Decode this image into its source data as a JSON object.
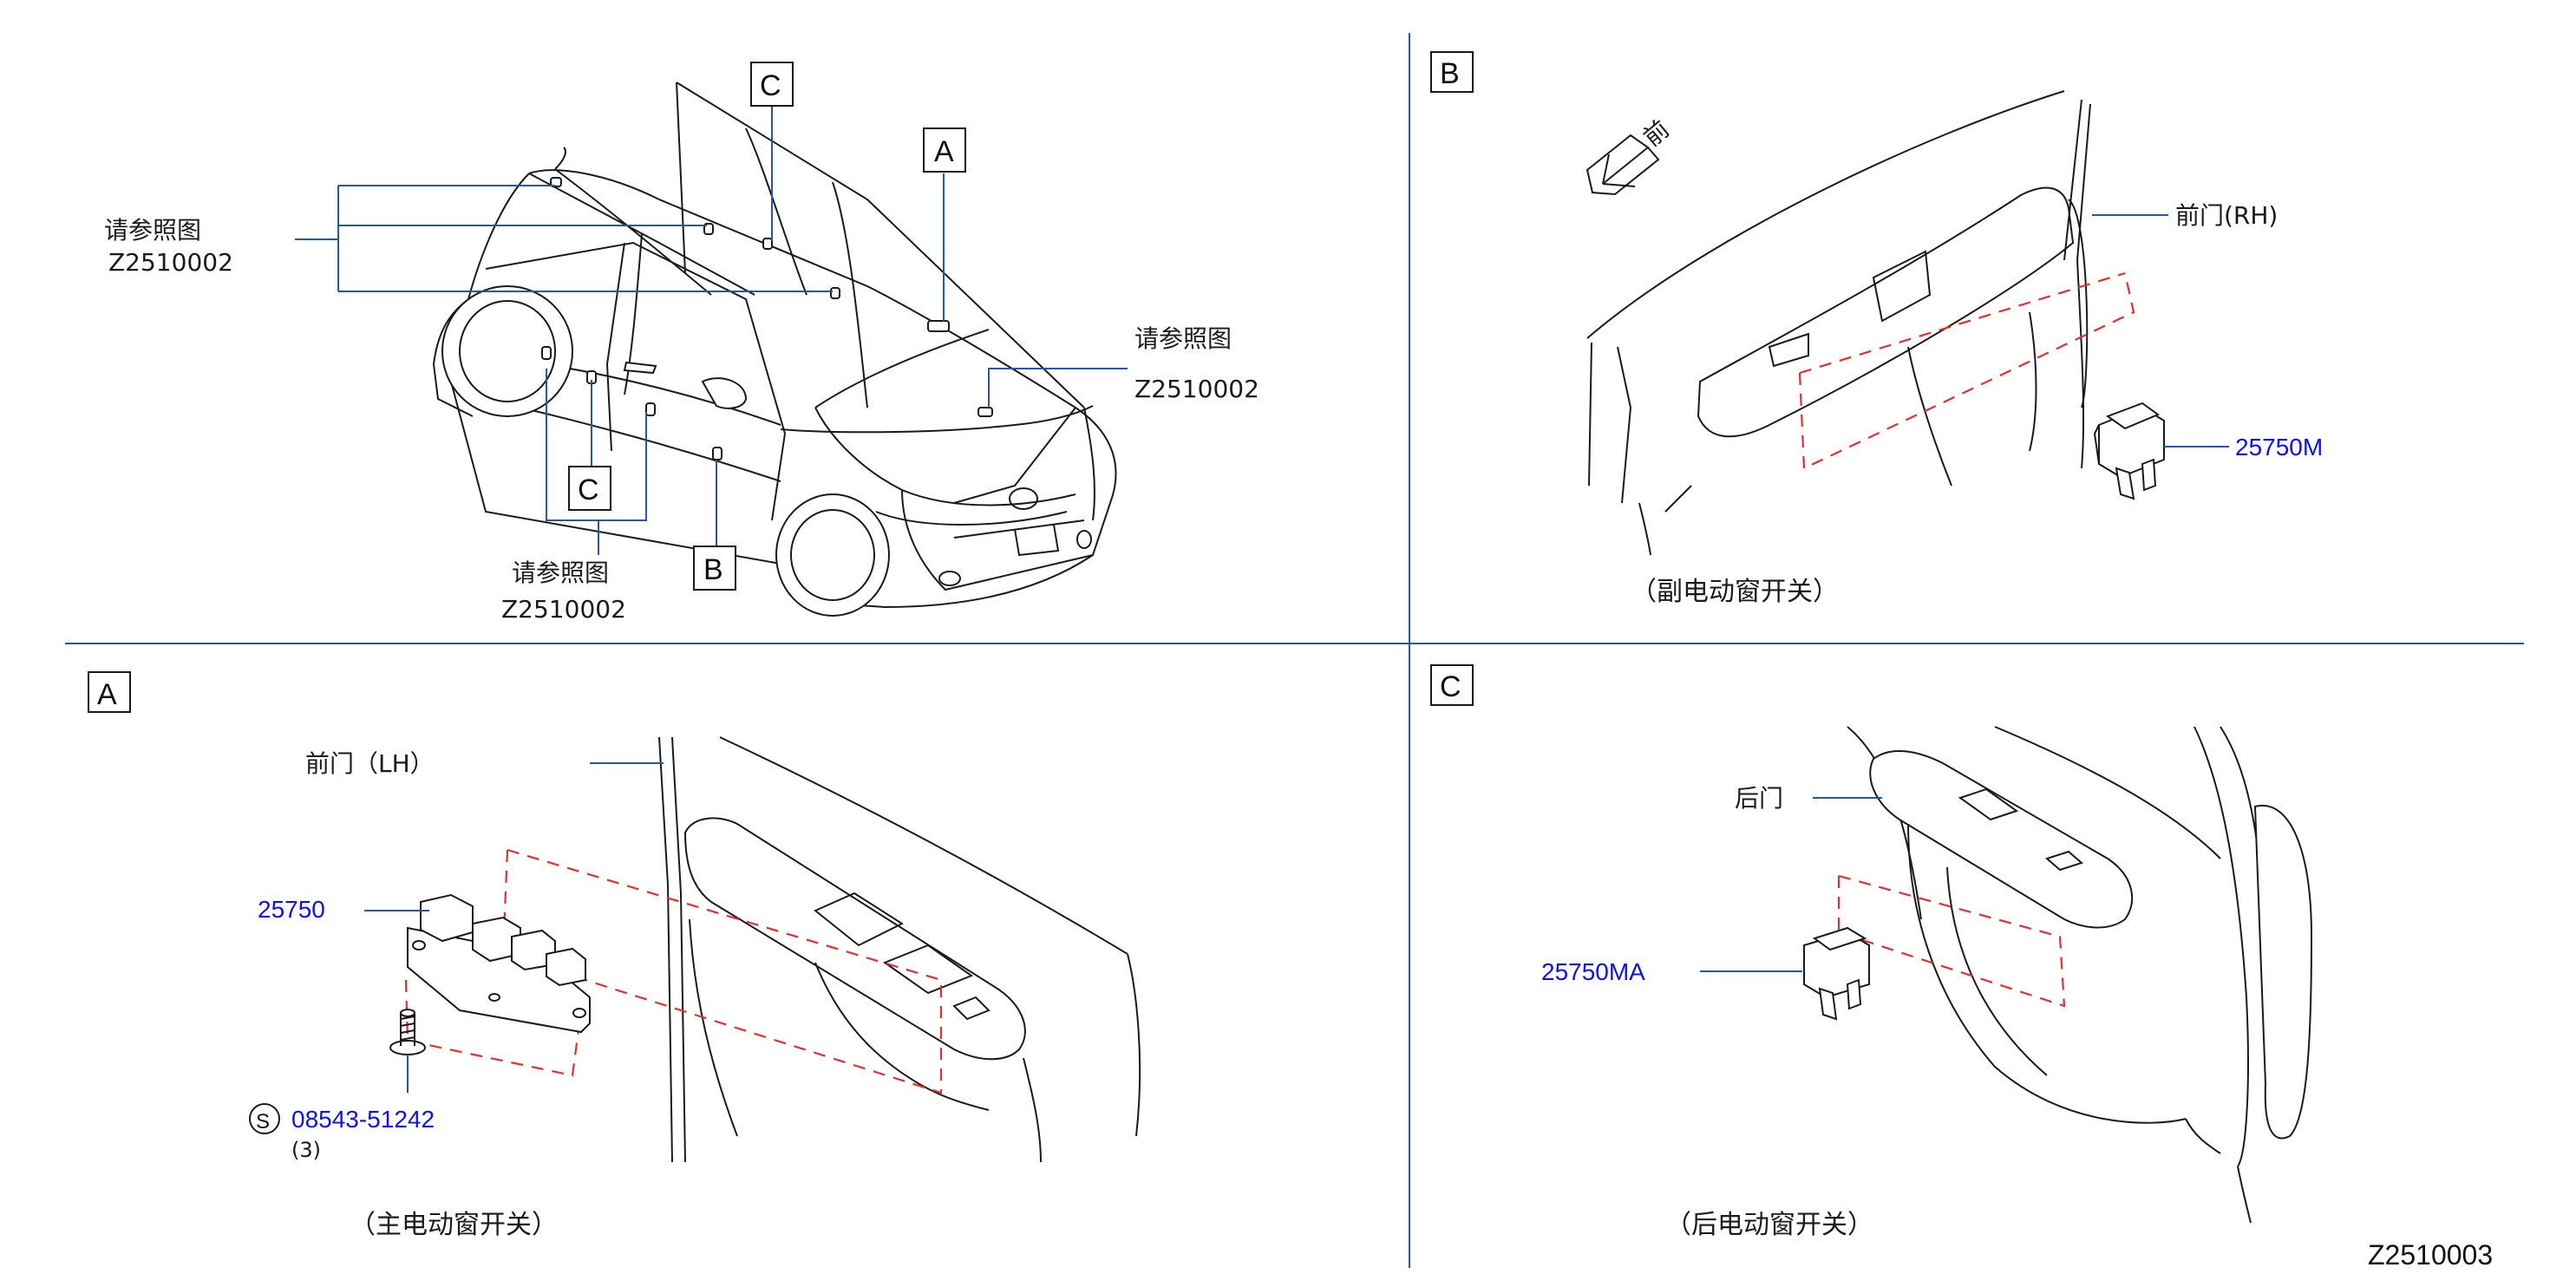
{
  "sections": {
    "overview": {
      "refs": [
        {
          "label": "请参照图",
          "code": "Z2510002"
        },
        {
          "label": "请参照图",
          "code": "Z2510002"
        },
        {
          "label": "请参照图",
          "code": "Z2510002"
        }
      ],
      "callouts": [
        "A",
        "B",
        "C",
        "C"
      ]
    },
    "b": {
      "letter": "B",
      "direction": "前",
      "door_label": "前门(RH)",
      "part_number": "25750M",
      "caption": "（副电动窗开关）"
    },
    "a": {
      "letter": "A",
      "door_label": "前门（LH）",
      "part_number": "25750",
      "screw_symbol": "S",
      "screw_number": "08543-51242",
      "screw_qty": "(3)",
      "caption": "（主电动窗开关）"
    },
    "c": {
      "letter": "C",
      "door_label": "后门",
      "part_number": "25750MA",
      "caption": "（后电动窗开关）"
    }
  },
  "drawing_code": "Z2510003",
  "colors": {
    "part_number": "#1010ee",
    "leader": "#2a56a8",
    "dashed_guide": "#e03030"
  }
}
